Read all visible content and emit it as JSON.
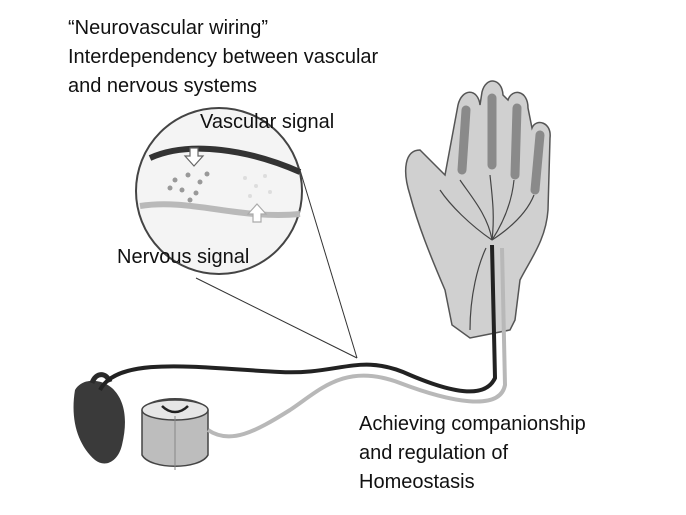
{
  "title": {
    "line1": "“Neurovascular wiring”",
    "line2": "Interdependency between vascular",
    "line3": "and nervous systems"
  },
  "labels": {
    "vascular_signal": "Vascular signal",
    "nervous_signal": "Nervous signal"
  },
  "outcome": {
    "line1": "Achieving companionship",
    "line2": "and regulation of",
    "line3": "Homeostasis"
  },
  "colors": {
    "vessel_dark": "#222222",
    "nerve_light": "#b8b8b8",
    "hand_fill": "#d0d0d0",
    "hand_dark": "#7c7c7c",
    "heart": "#3a3a3a",
    "spine": "#bdbdbd"
  }
}
